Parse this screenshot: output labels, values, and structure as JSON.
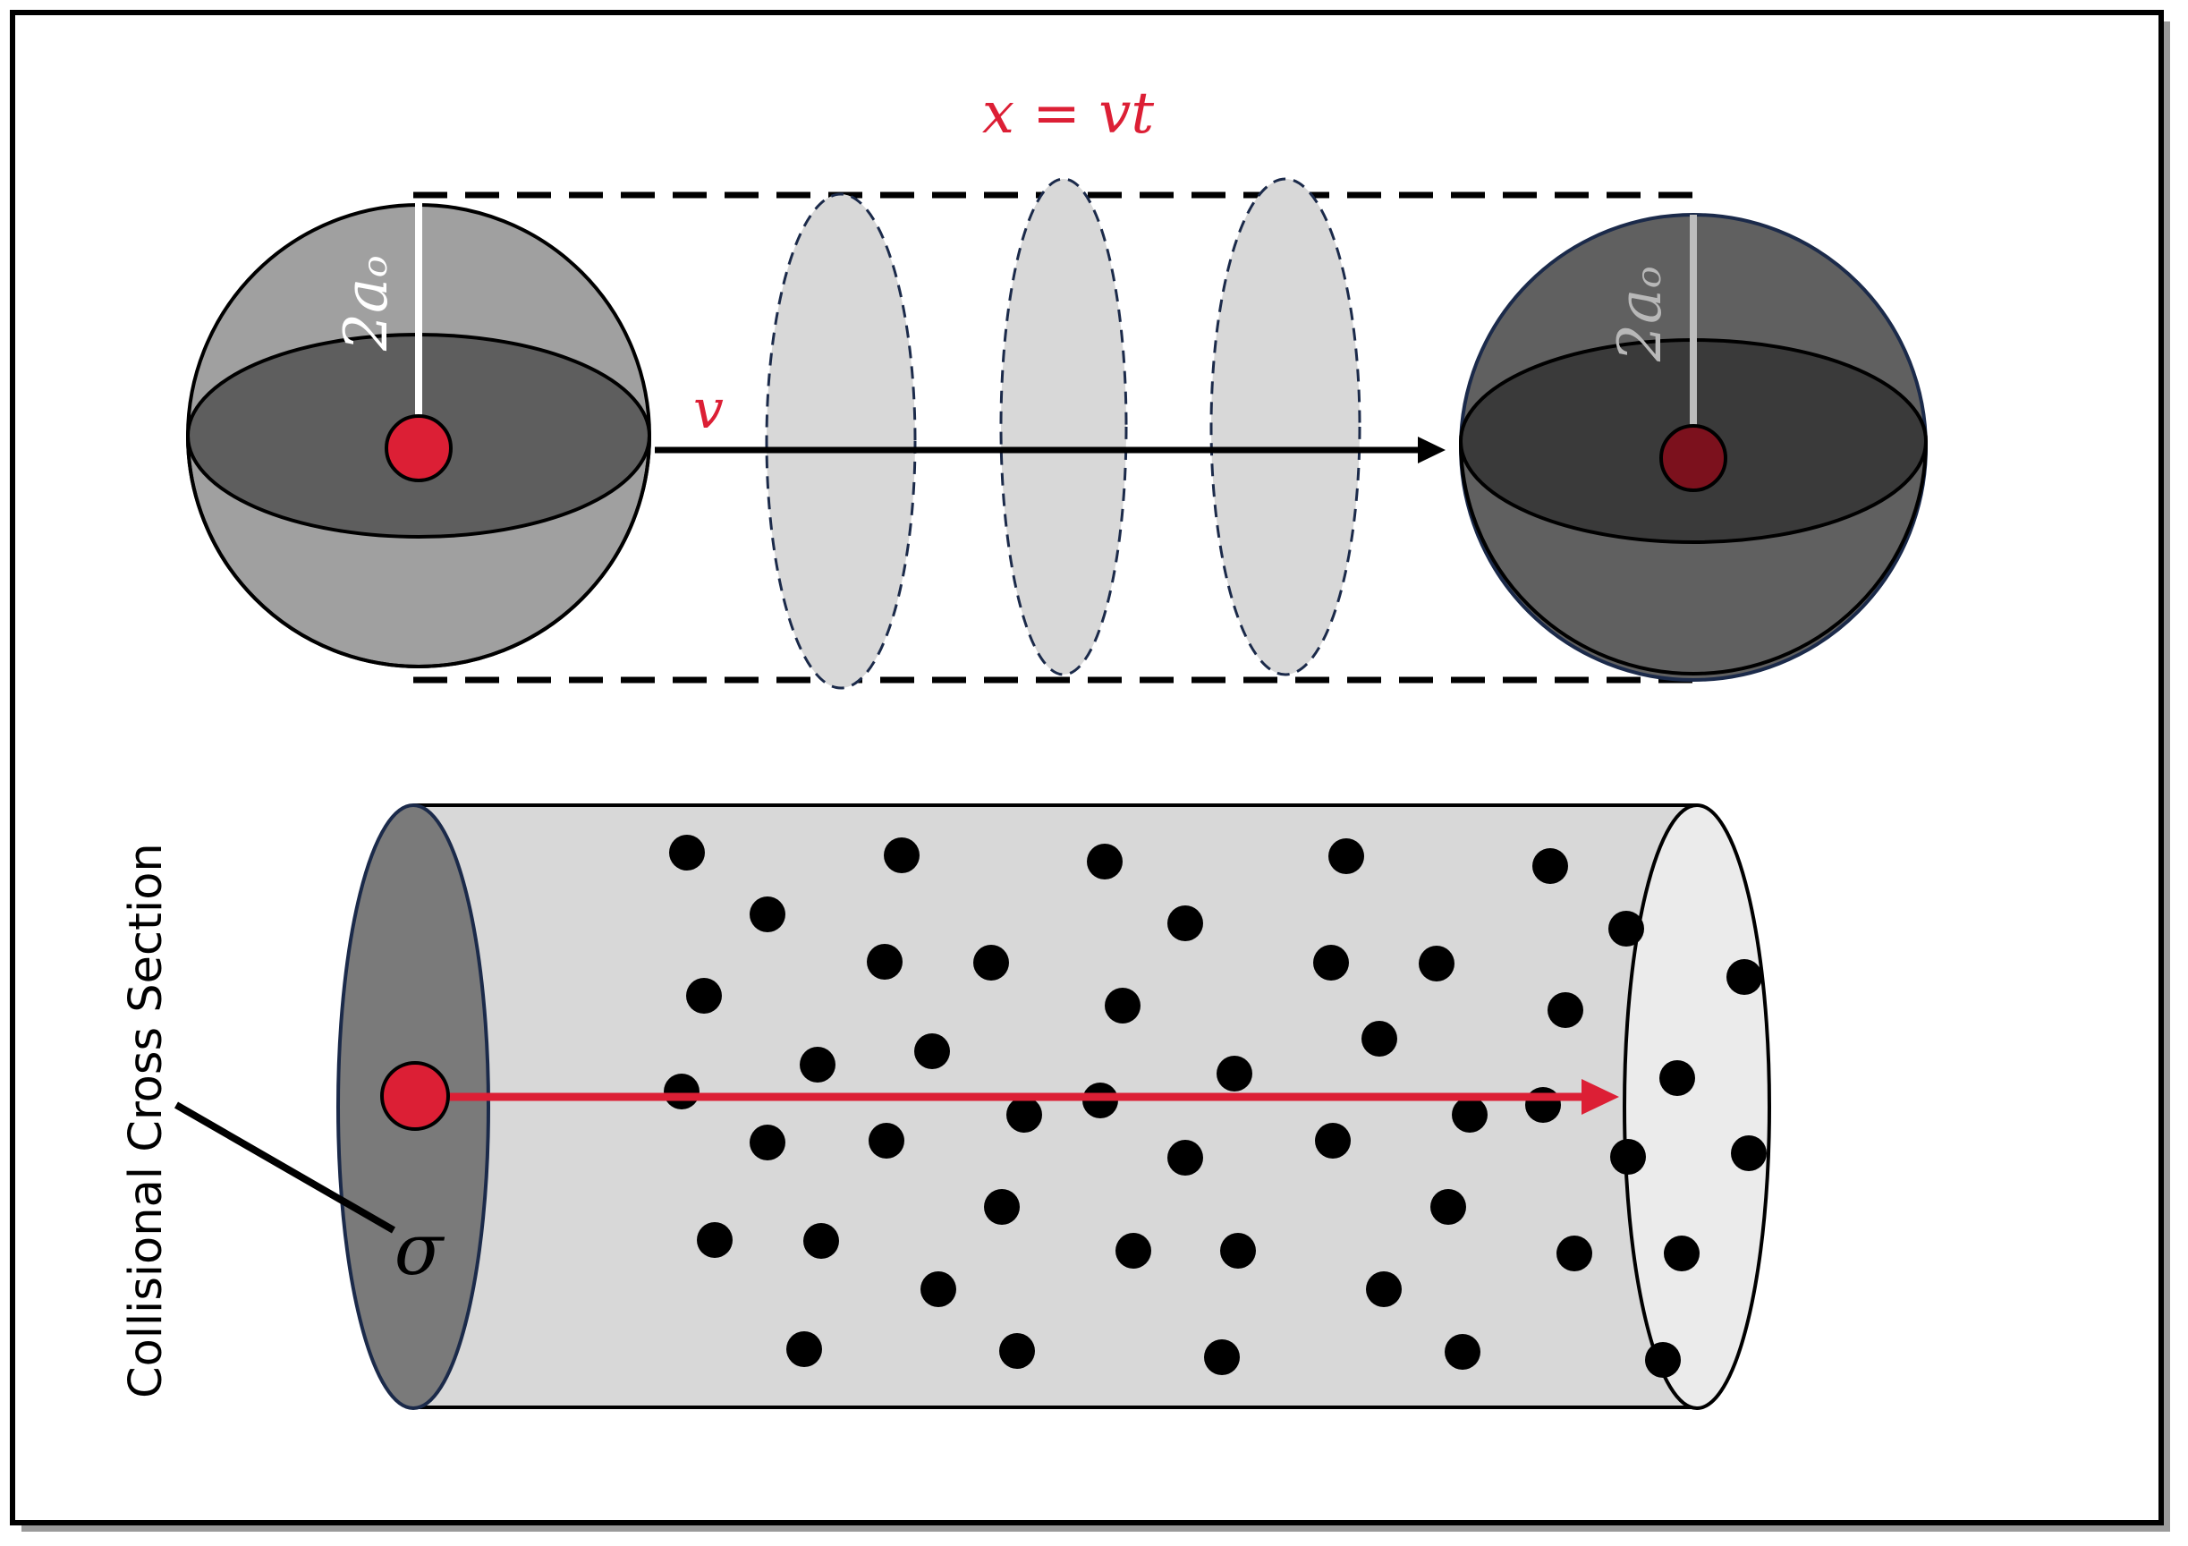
{
  "equation_label": "x = vt",
  "velocity_label": "v",
  "left_radius_label": "2aₒ",
  "right_radius_label": "2aₒ",
  "cross_section_label": "Collisional Cross Section",
  "sigma_label": "σ",
  "colors": {
    "accent_red": "#dc1f35",
    "dark_red": "#7c111d",
    "frame": "#000000",
    "sphere_left_light": "#a0a0a0",
    "sphere_left_dark": "#5e5e5e",
    "sphere_right_light": "#606060",
    "sphere_right_dark": "#3a3a3a",
    "disc_fill": "#d8d8d8",
    "cylinder_body": "#d8d8d8",
    "cylinder_front": "#7a7a7a",
    "cylinder_back": "#ebebeb",
    "particle": "#000000",
    "dashed_outline": "#1b2a4a"
  }
}
